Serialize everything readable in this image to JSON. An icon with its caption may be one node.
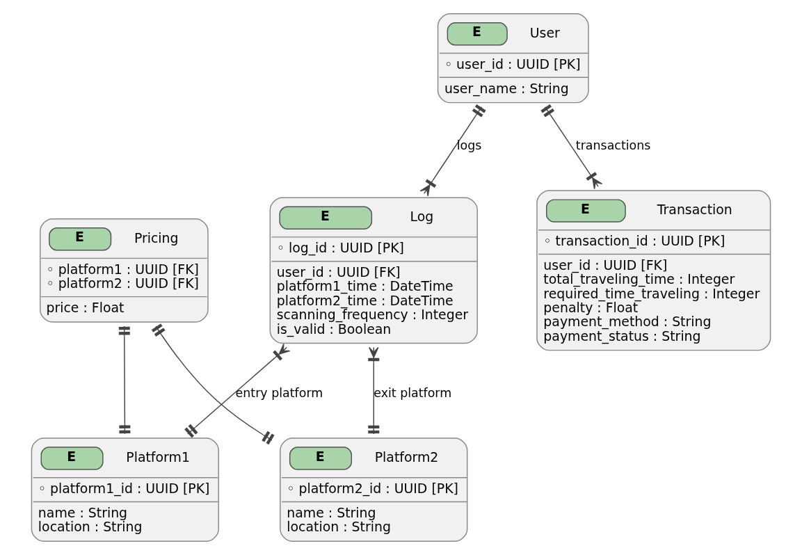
{
  "diagram": {
    "nodes": [
      {
        "text": [
          "E",
          "User",
          "◦ user_id : UUID [PK]",
          "user_name : String"
        ]
      },
      {
        "text": [
          "E",
          "Log",
          "◦ log_id : UUID [PK]",
          "user_id : UUID [FK]",
          "platform1_time : DateTime",
          "platform2_time : DateTime",
          "scanning_frequency : Integer",
          "is_valid : Boolean"
        ]
      },
      {
        "text": [
          "E",
          "Transaction",
          "◦ transaction_id : UUID [PK]",
          "user_id : UUID [FK]",
          "total_traveling_time : Integer",
          "required_time_traveling : Integer",
          "penalty : Float",
          "payment_method : String",
          "payment_status : String"
        ]
      },
      {
        "text": [
          "E",
          "Pricing",
          "◦ platform1 : UUID [FK]",
          "◦ platform2 : UUID [FK]",
          "price : Float"
        ]
      },
      {
        "text": [
          "E",
          "Platform1",
          "◦ platform1_id : UUID [PK]",
          "name : String",
          "location : String"
        ]
      },
      {
        "text": [
          "E",
          "Platform2",
          "◦ platform2_id : UUID [PK]",
          "name : String",
          "location : String"
        ]
      }
    ],
    "edges": [
      {
        "from": 0,
        "to": 1,
        "arrow": "other",
        "label": "logs"
      },
      {
        "from": 0,
        "to": 2,
        "arrow": "other",
        "label": "transactions"
      },
      {
        "from": 1,
        "to": 4,
        "arrow": "other",
        "label": "entry platform"
      },
      {
        "from": 1,
        "to": 5,
        "arrow": "other",
        "label": "exit platform"
      },
      {
        "from": 3,
        "to": 4,
        "arrow": "other"
      },
      {
        "from": 3,
        "to": 5,
        "arrow": "other"
      }
    ]
  }
}
